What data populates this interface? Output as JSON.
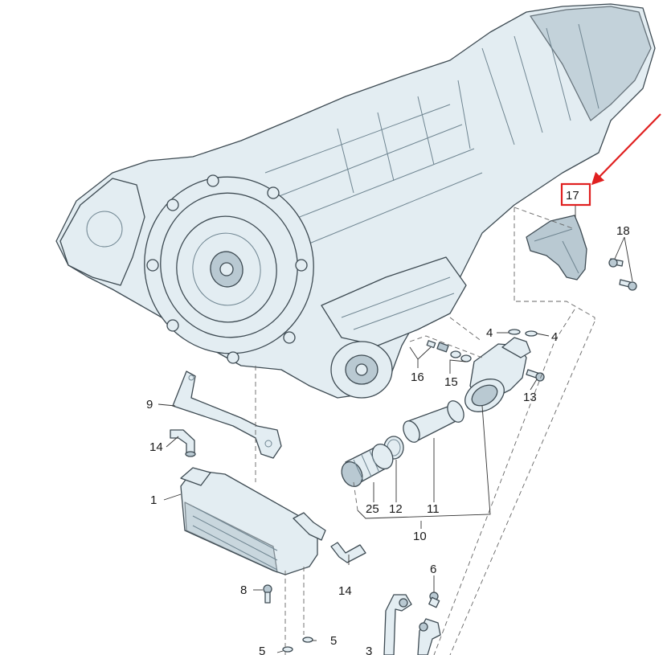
{
  "diagram": {
    "labels": {
      "p1": "1",
      "p3": "3",
      "p4a": "4",
      "p4b": "4",
      "p5a": "5",
      "p5b": "5",
      "p6": "6",
      "p8": "8",
      "p9": "9",
      "p10": "10",
      "p11": "11",
      "p12": "12",
      "p13": "13",
      "p14a": "14",
      "p14b": "14",
      "p15": "15",
      "p16": "16",
      "p17": "17",
      "p18": "18",
      "p25": "25"
    },
    "highlight": {
      "part": "17",
      "color": "#e02020"
    },
    "colors": {
      "part_fill": "#e3edf2",
      "part_outline": "#3d4a52",
      "arrow": "#e02020"
    }
  }
}
